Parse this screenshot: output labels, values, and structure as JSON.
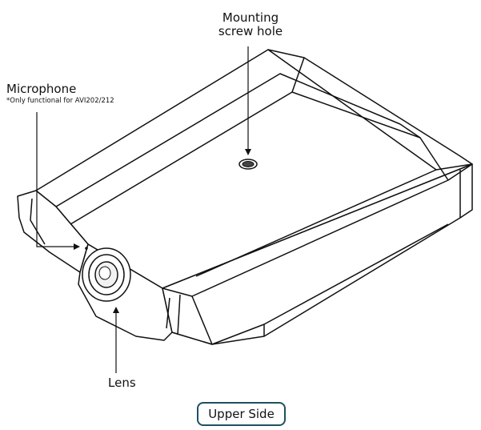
{
  "labels": {
    "mounting_line1": "Mounting",
    "mounting_line2": "screw hole",
    "microphone": "Microphone",
    "microphone_note": "*Only functional for AVI202/212",
    "lens": "Lens"
  },
  "badge": {
    "text": "Upper Side"
  },
  "colors": {
    "line": "#111111",
    "badge_border": "#1f4f63"
  }
}
